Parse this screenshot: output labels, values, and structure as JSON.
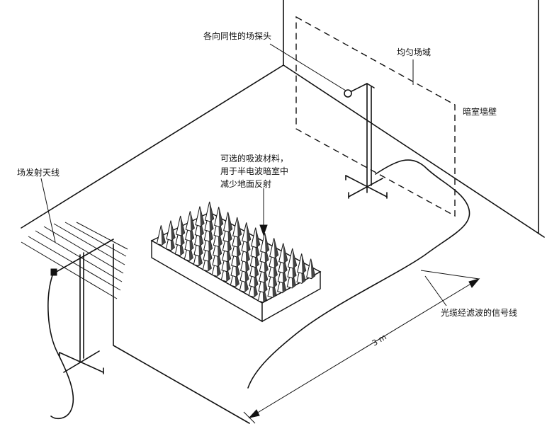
{
  "labels": {
    "probe": "各向同性的场探头",
    "uniform_field": "均匀场域",
    "chamber_wall": "暗室墙壁",
    "absorber": [
      "可选的吸波材料，",
      "用于半电波暗室中",
      "减少地面反射"
    ],
    "antenna": "场发射天线",
    "fiber_line": "光缆经滤波的信号线",
    "distance": "3 m"
  },
  "colors": {
    "ink": "#111111",
    "background": "#ffffff"
  }
}
